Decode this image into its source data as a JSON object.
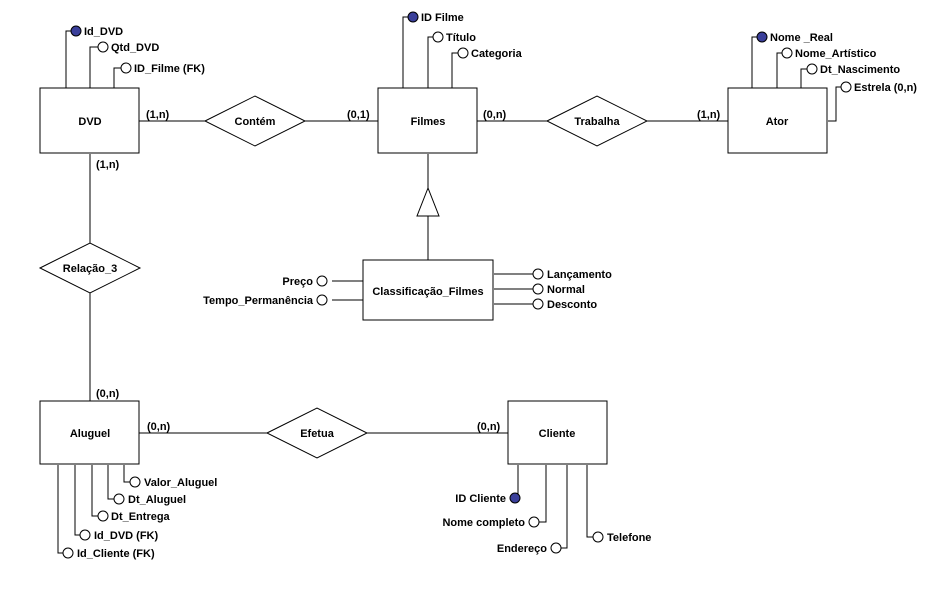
{
  "entities": {
    "dvd": "DVD",
    "filmes": "Filmes",
    "ator": "Ator",
    "classificacao": "Classificação_Filmes",
    "aluguel": "Aluguel",
    "cliente": "Cliente"
  },
  "relationships": {
    "contem": "Contém",
    "trabalha": "Trabalha",
    "relacao3": "Relação_3",
    "efetua": "Efetua"
  },
  "cardinalities": {
    "dvd_contem": "(1,n)",
    "filmes_contem": "(0,1)",
    "filmes_trabalha": "(0,n)",
    "ator_trabalha": "(1,n)",
    "dvd_relacao3": "(1,n)",
    "aluguel_relacao3": "(0,n)",
    "aluguel_efetua": "(0,n)",
    "cliente_efetua": "(0,n)"
  },
  "attributes": {
    "dvd": [
      "Id_DVD",
      "Qtd_DVD",
      "ID_Filme (FK)"
    ],
    "filmes": [
      "ID Filme",
      "Título",
      "Categoria"
    ],
    "ator": [
      "Nome _Real",
      "Nome_Artístico",
      "Dt_Nascimento",
      "Estrela (0,n)"
    ],
    "classificacao_left": [
      "Preço",
      "Tempo_Permanência"
    ],
    "classificacao_right": [
      "Lançamento",
      "Normal",
      "Desconto"
    ],
    "aluguel": [
      "Valor_Aluguel",
      "Dt_Aluguel",
      "Dt_Entrega",
      "Id_DVD (FK)",
      "Id_Cliente (FK)"
    ],
    "cliente": [
      "ID Cliente",
      "Nome completo",
      "Endereço",
      "Telefone"
    ]
  },
  "colors": {
    "key_attribute": "#3a3f9a"
  }
}
